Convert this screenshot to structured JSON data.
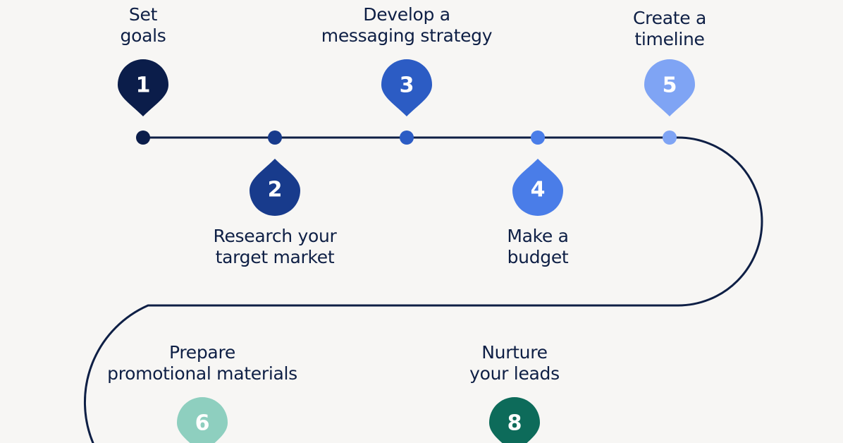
{
  "colors": {
    "background": "#f7f6f4",
    "path": "#0e1f45",
    "text": "#0e1f45"
  },
  "steps": [
    {
      "number": "1",
      "lines": [
        "Set",
        "goals"
      ],
      "color": "#0b1d4a",
      "dot_color": "#0b1d4a",
      "label_position": "above",
      "row": 1,
      "icon": "map-pin-icon"
    },
    {
      "number": "2",
      "lines": [
        "Research your",
        "target market"
      ],
      "color": "#183b8c",
      "dot_color": "#183b8c",
      "label_position": "below",
      "row": 1,
      "icon": "map-pin-icon"
    },
    {
      "number": "3",
      "lines": [
        "Develop a",
        "messaging strategy"
      ],
      "color": "#2c5cc4",
      "dot_color": "#2c5cc4",
      "label_position": "above",
      "row": 1,
      "icon": "map-pin-icon"
    },
    {
      "number": "4",
      "lines": [
        "Make a",
        "budget"
      ],
      "color": "#4a7de8",
      "dot_color": "#4a7de8",
      "label_position": "below",
      "row": 1,
      "icon": "map-pin-icon"
    },
    {
      "number": "5",
      "lines": [
        "Create a",
        "timeline"
      ],
      "color": "#7fa4f4",
      "dot_color": "#7fa4f4",
      "label_position": "above",
      "row": 1,
      "icon": "map-pin-icon"
    },
    {
      "number": "6",
      "lines": [
        "Prepare",
        "promotional materials"
      ],
      "color": "#8ecfbf",
      "dot_color": "#8ecfbf",
      "label_position": "above",
      "row": 2,
      "icon": "map-pin-icon"
    },
    {
      "number": "8",
      "lines": [
        "Nurture",
        "your leads"
      ],
      "color": "#0d6b5a",
      "dot_color": "#0d6b5a",
      "label_position": "above",
      "row": 2,
      "icon": "map-pin-icon"
    }
  ]
}
